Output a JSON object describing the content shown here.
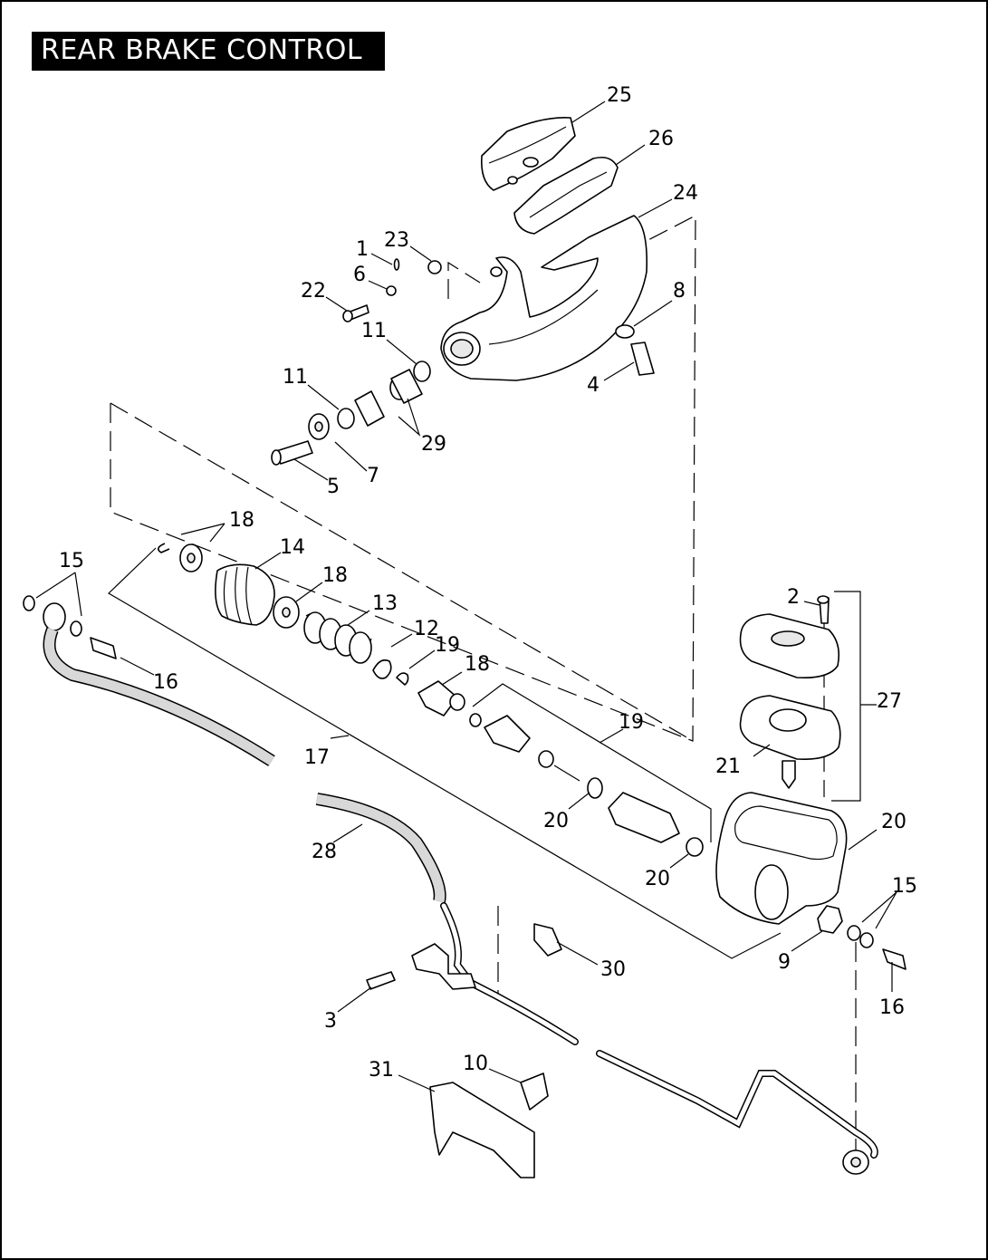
{
  "title": "REAR BRAKE CONTROL",
  "callouts": {
    "c1": "1",
    "c2": "2",
    "c3": "3",
    "c4": "4",
    "c5": "5",
    "c6": "6",
    "c7": "7",
    "c8": "8",
    "c9": "9",
    "c10": "10",
    "c11a": "11",
    "c11b": "11",
    "c12": "12",
    "c13": "13",
    "c14": "14",
    "c15a": "15",
    "c15b": "15",
    "c16a": "16",
    "c16b": "16",
    "c17": "17",
    "c18a": "18",
    "c18b": "18",
    "c18c": "18",
    "c19a": "19",
    "c19b": "19",
    "c20a": "20",
    "c20b": "20",
    "c20c": "20",
    "c21": "21",
    "c22": "22",
    "c23": "23",
    "c24": "24",
    "c25": "25",
    "c26": "26",
    "c27": "27",
    "c28": "28",
    "c29": "29",
    "c30": "30",
    "c31": "31"
  }
}
